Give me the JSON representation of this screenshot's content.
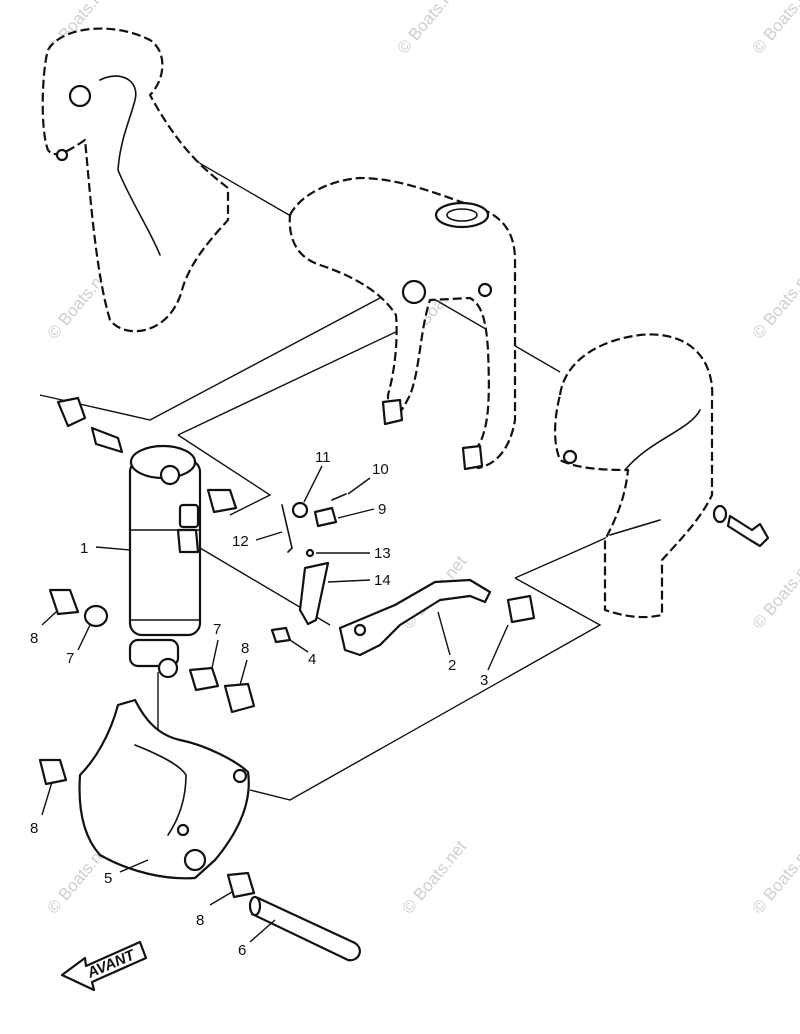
{
  "watermark": "© Boats.net",
  "callouts": {
    "c1": "1",
    "c2": "2",
    "c3": "3",
    "c4": "4",
    "c5": "5",
    "c6": "6",
    "c7a": "7",
    "c7b": "7",
    "c8a": "8",
    "c8b": "8",
    "c8c": "8",
    "c8d": "8",
    "c9": "9",
    "c10": "10",
    "c11": "11",
    "c12": "12",
    "c13": "13",
    "c14": "14"
  },
  "direction_arrow": {
    "label": "AVANT"
  },
  "colors": {
    "line": "#111111",
    "background": "#ffffff",
    "watermark": "#cfcfcf"
  }
}
